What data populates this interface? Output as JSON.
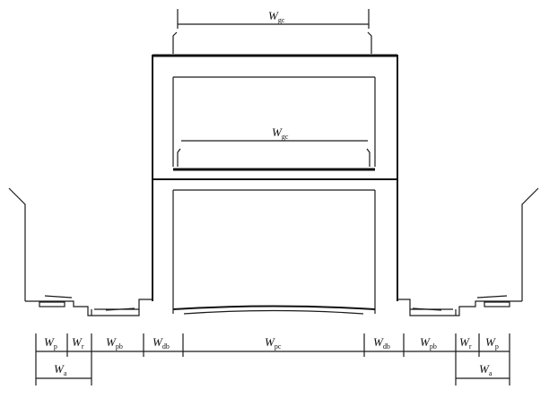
{
  "labels": {
    "top_width": {
      "main": "W",
      "sub": "gc"
    },
    "mid_width": {
      "main": "W",
      "sub": "gc"
    },
    "wp_left": {
      "main": "W",
      "sub": "p"
    },
    "wr_left": {
      "main": "W",
      "sub": "r"
    },
    "wpb_left": {
      "main": "W",
      "sub": "pb"
    },
    "wdb_left": {
      "main": "W",
      "sub": "db"
    },
    "wpc": {
      "main": "W",
      "sub": "pc"
    },
    "wdb_right": {
      "main": "W",
      "sub": "db"
    },
    "wpb_right": {
      "main": "W",
      "sub": "pb"
    },
    "wr_right": {
      "main": "W",
      "sub": "r"
    },
    "wp_right": {
      "main": "W",
      "sub": "p"
    },
    "wa_left": {
      "main": "W",
      "sub": "a"
    },
    "wa_right": {
      "main": "W",
      "sub": "a"
    }
  }
}
